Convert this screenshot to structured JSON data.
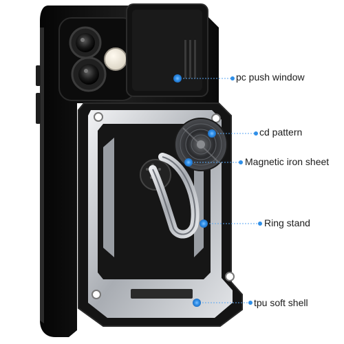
{
  "callouts": {
    "pc_push_window": "pc push window",
    "cd_pattern": "cd pattern",
    "magnetic_iron_sheet": "Magnetic iron sheet",
    "ring_stand": "Ring stand",
    "tpu_soft_shell": "tpu soft shell"
  },
  "colors": {
    "accent_blue": "#2f8fe8",
    "case_black": "#141414",
    "frame_silver": "#c9ccd1"
  }
}
